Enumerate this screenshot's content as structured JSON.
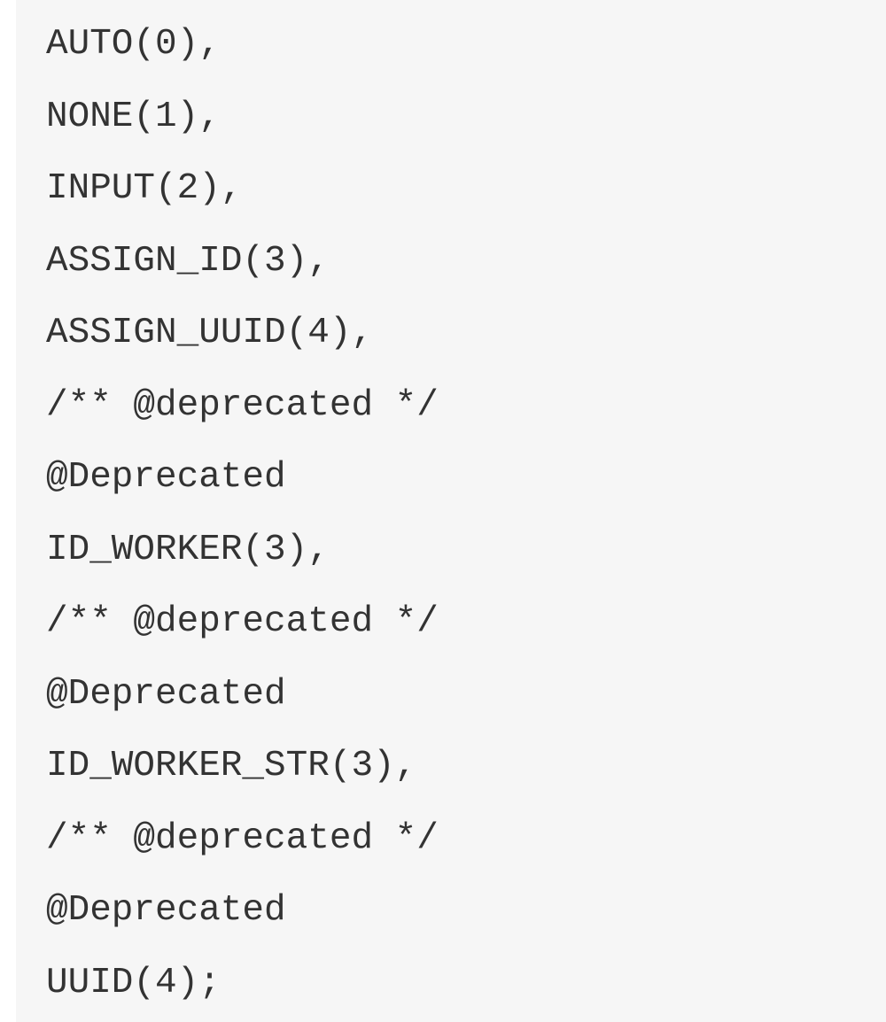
{
  "code": {
    "lines": [
      "AUTO(0),",
      "NONE(1),",
      "INPUT(2),",
      "ASSIGN_ID(3),",
      "ASSIGN_UUID(4),",
      "/** @deprecated */",
      "@Deprecated",
      "ID_WORKER(3),",
      "/** @deprecated */",
      "@Deprecated",
      "ID_WORKER_STR(3),",
      "/** @deprecated */",
      "@Deprecated",
      "UUID(4);"
    ]
  }
}
